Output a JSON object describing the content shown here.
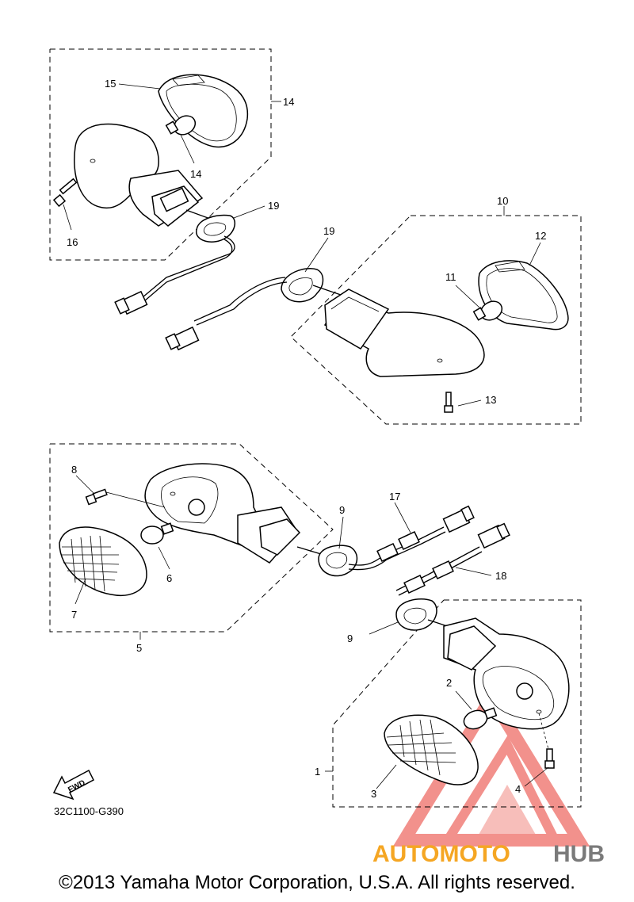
{
  "callouts": [
    {
      "id": "c1",
      "text": "1"
    },
    {
      "id": "c2",
      "text": "2"
    },
    {
      "id": "c3",
      "text": "3"
    },
    {
      "id": "c4",
      "text": "4"
    },
    {
      "id": "c5",
      "text": "5"
    },
    {
      "id": "c6",
      "text": "6"
    },
    {
      "id": "c7",
      "text": "7"
    },
    {
      "id": "c8",
      "text": "8"
    },
    {
      "id": "c9a",
      "text": "9"
    },
    {
      "id": "c9b",
      "text": "9"
    },
    {
      "id": "c10",
      "text": "10"
    },
    {
      "id": "c11",
      "text": "11"
    },
    {
      "id": "c12",
      "text": "12"
    },
    {
      "id": "c13",
      "text": "13"
    },
    {
      "id": "c14a",
      "text": "14"
    },
    {
      "id": "c14b",
      "text": "14"
    },
    {
      "id": "c15",
      "text": "15"
    },
    {
      "id": "c16",
      "text": "16"
    },
    {
      "id": "c17",
      "text": "17"
    },
    {
      "id": "c18",
      "text": "18"
    },
    {
      "id": "c19a",
      "text": "19"
    },
    {
      "id": "c19b",
      "text": "19"
    }
  ],
  "diagram_code": "32C1100-G390",
  "fwd_label": "FWD",
  "watermark": {
    "text_auto": "AUTOMOTO",
    "text_hub": "HUB",
    "colors": {
      "red": "#e8392f",
      "orange": "#f5a623",
      "gray": "#7a7a7a"
    }
  },
  "copyright": "©2013 Yamaha Motor Corporation, U.S.A. All rights reserved."
}
